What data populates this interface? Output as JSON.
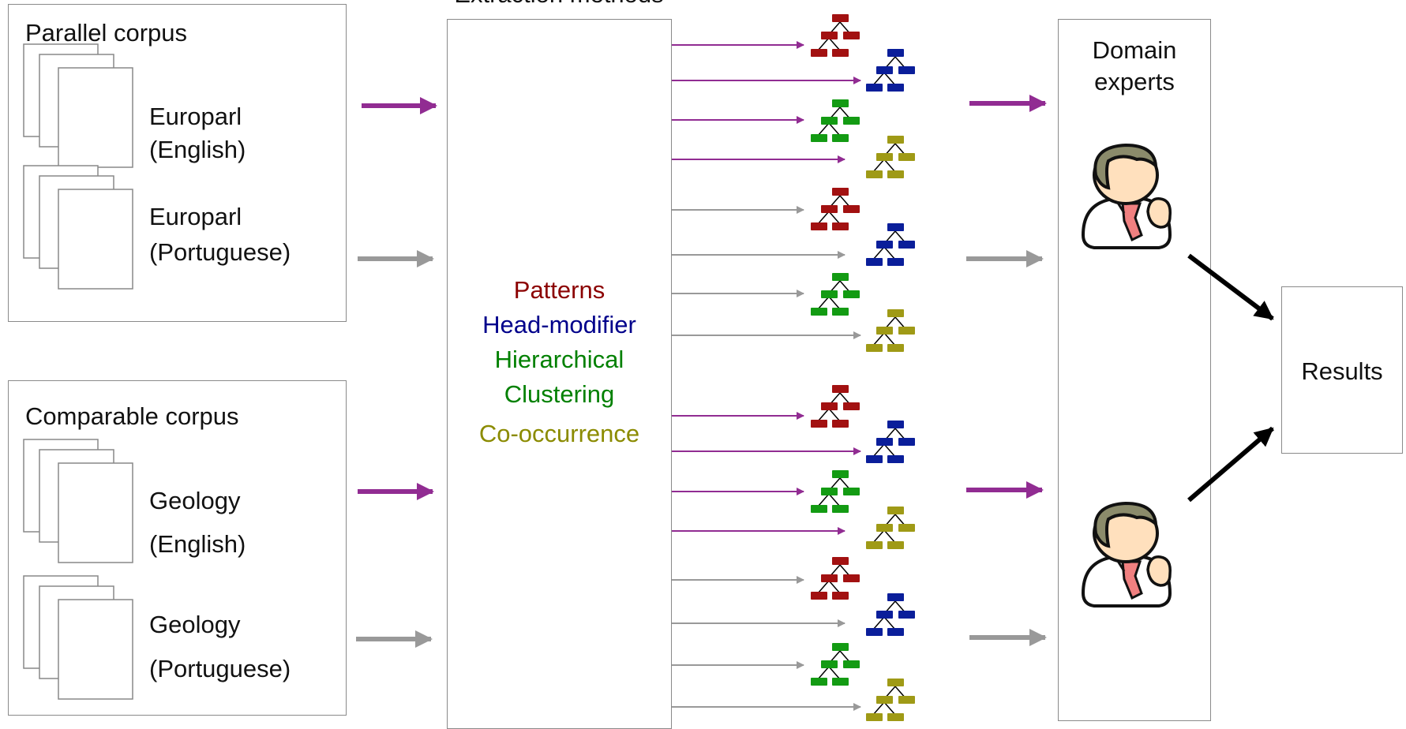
{
  "parallel_corpus": {
    "title": "Parallel corpus",
    "docs": [
      {
        "line1": "Europarl",
        "line2": "(English)"
      },
      {
        "line1": "Europarl",
        "line2": "(Portuguese)"
      }
    ]
  },
  "comparable_corpus": {
    "title": "Comparable corpus",
    "docs": [
      {
        "line1": "Geology",
        "line2": "(English)"
      },
      {
        "line1": "Geology",
        "line2": "(Portuguese)"
      }
    ]
  },
  "methods": {
    "header": "Extraction methods",
    "items": [
      {
        "label": "Patterns",
        "color": "#8b0000"
      },
      {
        "label": "Head-modifier",
        "color": "#00008b"
      },
      {
        "label": "Hierarchical",
        "color": "#008000"
      },
      {
        "label": "Clustering",
        "color": "#008000"
      },
      {
        "label": "Co-occurrence",
        "color": "#8b8b00"
      }
    ]
  },
  "experts": {
    "title_line1": "Domain",
    "title_line2": "experts"
  },
  "results": {
    "label": "Results"
  },
  "colors": {
    "english_arrow": "#912c92",
    "portuguese_arrow": "#999999",
    "tree_patterns": "#a21111",
    "tree_head_modifier": "#0a1e9a",
    "tree_hierarchical": "#139b13",
    "tree_cooccurrence": "#9f9a16"
  }
}
